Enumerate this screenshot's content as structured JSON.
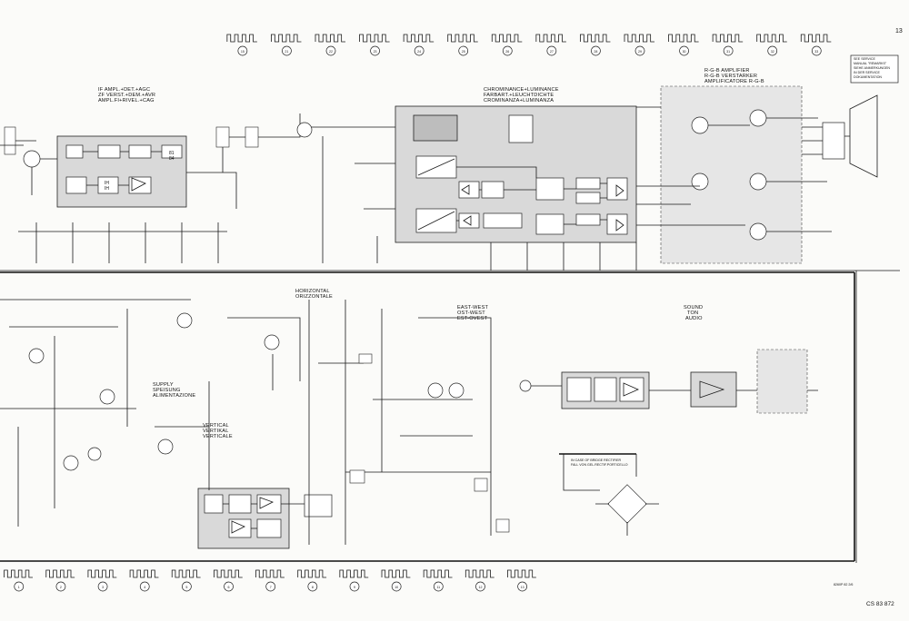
{
  "page_number": "13",
  "drawing_code": "CS 83 872",
  "drawing_ref": "8260P 82 2/6",
  "labels": {
    "if_amp": [
      "IF AMPL.+DET.+AGC",
      "ZF VERST.+DEM.+AVR",
      "AMPL.FI+RIVEL.+CAG"
    ],
    "chroma": [
      "CHROMINANCE+LUMINANCE",
      "FARBART.+LEUCHTDICHTE",
      "CROMINANZA+LUMINANZA"
    ],
    "rgb": [
      "R-G-B AMPLIFIER",
      "R-G-B VERSTARKER",
      "AMPLIFICATORE R-G-B"
    ],
    "service_note": [
      "SEE SERVICE",
      "MANUAL \"REMARKS\"",
      "SIEHE ANMERKUNGEN",
      "IN DER SERVICE",
      "DOKUMENTATION"
    ],
    "horizontal": [
      "HORIZONTAL",
      "ORIZZONTALE"
    ],
    "east_west": [
      "EAST-WEST",
      "OST-WEST",
      "EST-OVEST"
    ],
    "sound": [
      "SOUND",
      "TON",
      "AUDIO"
    ],
    "supply": [
      "SUPPLY",
      "SPEISUNG",
      "ALIMENTAZIONE"
    ],
    "vertical": [
      "VERTICAL",
      "VERTIKAL",
      "VERTICALE"
    ],
    "rectifier_note": [
      "IN CASE OF BRIDGE RECTIFIER",
      "FALL VON GEL.RECTIF.PORTICELLO"
    ]
  },
  "top_test_points": [
    "15",
    "21",
    "22",
    "23",
    "24",
    "25",
    "26",
    "27",
    "28",
    "29",
    "30",
    "31",
    "32",
    "33"
  ],
  "bottom_test_points": [
    "1",
    "2",
    "3",
    "4",
    "5",
    "6",
    "7",
    "8",
    "9",
    "10",
    "11",
    "12",
    "13"
  ]
}
